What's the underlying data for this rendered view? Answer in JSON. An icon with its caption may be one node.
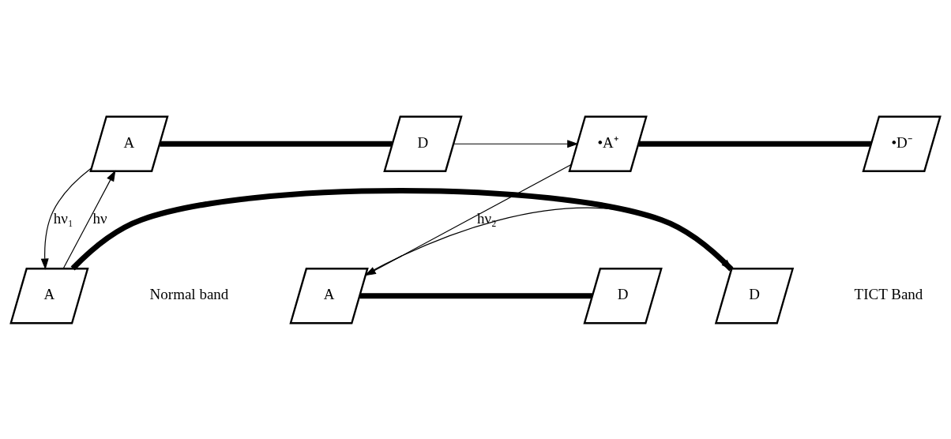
{
  "diagram": {
    "nodes": [
      {
        "text": [
          "A"
        ]
      },
      {
        "text": [
          "D"
        ]
      },
      {
        "text": [
          "•A⁺"
        ]
      },
      {
        "text": [
          "•D⁻"
        ]
      },
      {
        "text": [
          "A"
        ]
      },
      {
        "text": [
          "D"
        ]
      },
      {
        "text": [
          "A"
        ]
      },
      {
        "text": [
          "D"
        ]
      }
    ],
    "edges": [
      {
        "from": 0,
        "to": 1,
        "arrow": "none",
        "style": "thick"
      },
      {
        "from": 2,
        "to": 3,
        "arrow": "none",
        "style": "thick"
      },
      {
        "from": 4,
        "to": 5,
        "arrow": "none",
        "style": "thick"
      },
      {
        "from": 6,
        "to": 7,
        "arrow": "none",
        "style": "thick"
      },
      {
        "from": 1,
        "to": 2,
        "arrow": "to"
      },
      {
        "from": 4,
        "to": 0,
        "arrow": "to",
        "label": "hν"
      },
      {
        "from": 0,
        "to": 4,
        "arrow": "to",
        "label": "hν₁"
      },
      {
        "from": 2,
        "to": 6,
        "arrow": "to",
        "label": "hν₂"
      },
      {
        "from": 6,
        "to": 5,
        "arrow": "to"
      }
    ],
    "labels": [
      "Normal band",
      "TICT Band"
    ]
  }
}
